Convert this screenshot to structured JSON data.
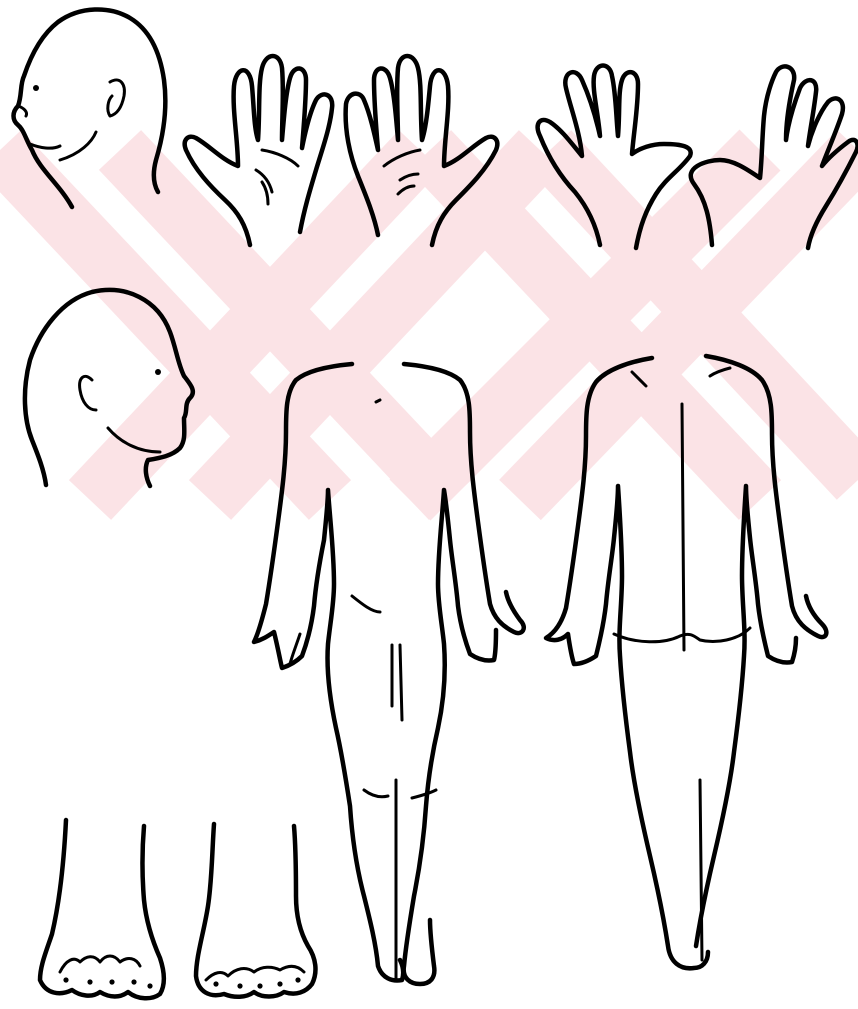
{
  "watermark": {
    "shape": "double-x-mark",
    "color": "#fbe3e6"
  },
  "figures": [
    {
      "name": "head-right-profile"
    },
    {
      "name": "hand-left-palm"
    },
    {
      "name": "hand-right-palm"
    },
    {
      "name": "hand-left-back"
    },
    {
      "name": "hand-right-back"
    },
    {
      "name": "head-left-profile"
    },
    {
      "name": "body-front"
    },
    {
      "name": "body-back"
    },
    {
      "name": "foot-left-top"
    },
    {
      "name": "foot-right-top"
    }
  ],
  "colors": {
    "ink": "#000000",
    "background": "#ffffff"
  }
}
